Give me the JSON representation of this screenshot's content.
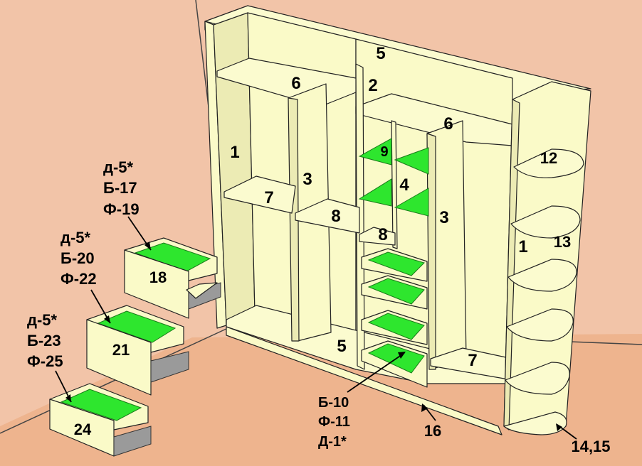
{
  "part_numbers": {
    "side_left": "1",
    "middle_divider": "2",
    "partition_left": "3",
    "partition_right": "3",
    "partition_shelf_unit": "4",
    "top_panel": "5",
    "bottom_panel": "5",
    "shelf_top_left": "6",
    "shelf_top_right": "6",
    "shelf_mid_left": "7",
    "shelf_bottom_right": "7",
    "shelf_mid_center": "8",
    "shelf_mid_small": "8",
    "small_shelf": "9",
    "corner_shelf": "12",
    "corner_side": "1",
    "corner_back": "13",
    "plinth": "16",
    "supports": "14,15"
  },
  "drawers": [
    {
      "number": "18",
      "lines": [
        "д-5*",
        "Б-17",
        "Ф-19"
      ]
    },
    {
      "number": "21",
      "lines": [
        "д-5*",
        "Б-20",
        "Ф-22"
      ]
    },
    {
      "number": "24",
      "lines": [
        "д-5*",
        "Б-23",
        "Ф-25"
      ]
    }
  ],
  "inner_drawer_callout": [
    "Б-10",
    "Ф-11",
    "Д-1*"
  ],
  "colors": {
    "wall": "#f2c4a8",
    "floor": "#eeb48e",
    "panel": "#fafac8",
    "drawer_bottom": "#2ee62e",
    "metal_runner": "#9a9a9a"
  }
}
